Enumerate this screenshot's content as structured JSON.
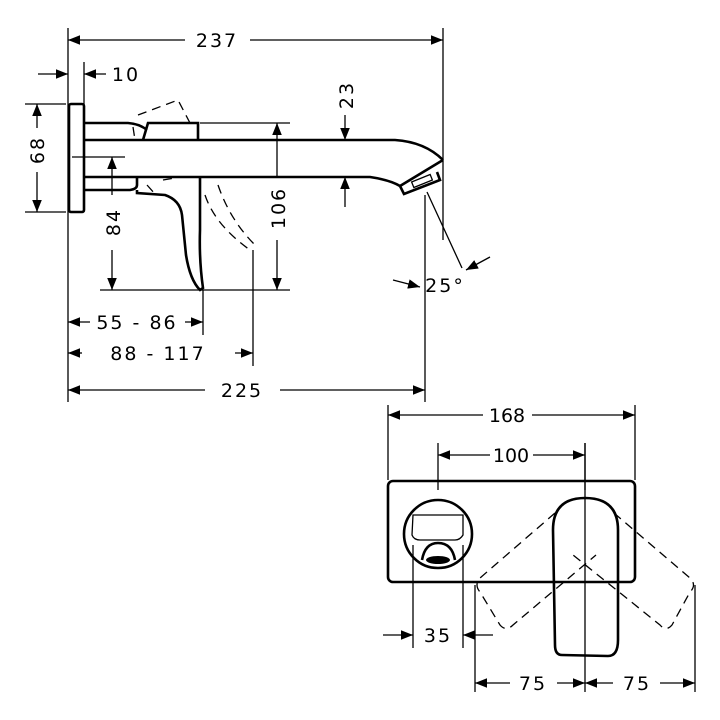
{
  "drawing": {
    "side_view": {
      "overall_length": "237",
      "wall_plate_depth": "10",
      "wall_plate_height": "68",
      "spout_height": "23",
      "handle_height_from_axis": "84",
      "total_height": "106",
      "aerator_angle": "25°",
      "handle_reach_range": "55 - 86",
      "handle_swing_range": "88 - 117",
      "spout_reach": "225"
    },
    "front_view": {
      "plate_width": "168",
      "center_distance": "100",
      "outlet_diameter": "35",
      "handle_swing_left": "75",
      "handle_swing_right": "75"
    }
  }
}
